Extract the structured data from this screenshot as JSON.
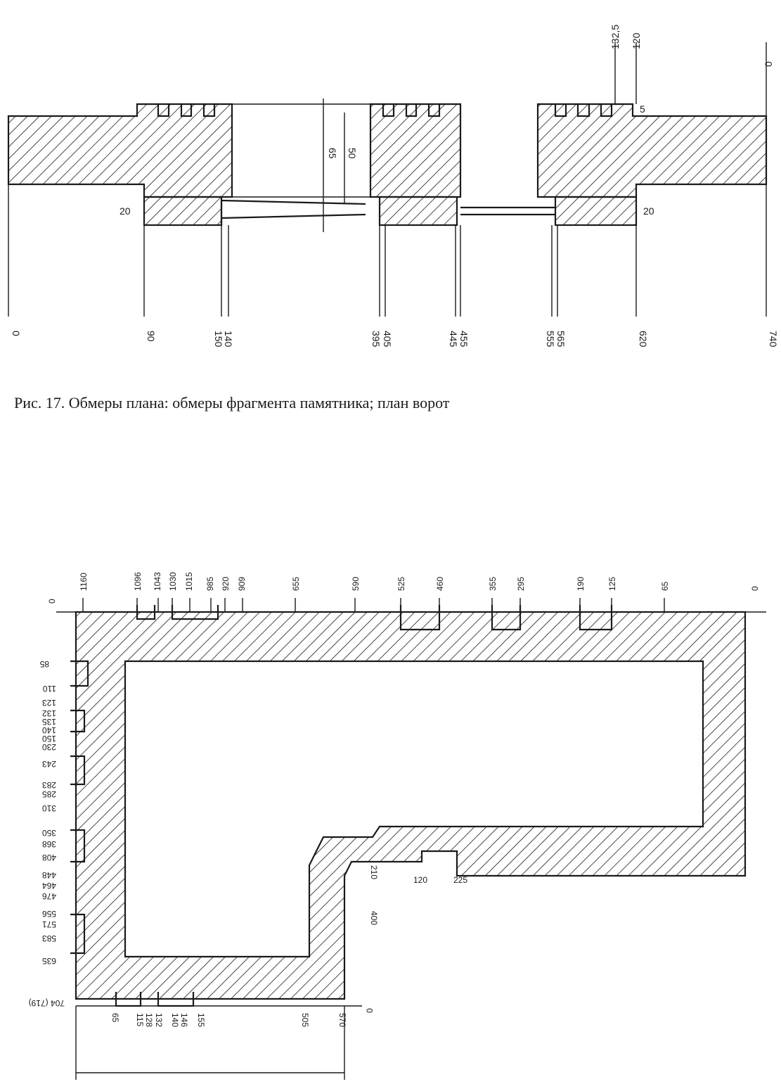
{
  "figure1": {
    "caption": "Рис. 17. Обмеры плана: обмеры фрагмента памятника; план ворот",
    "bottom_labels": [
      "0",
      "90",
      "140",
      "150",
      "395",
      "405",
      "445",
      "455",
      "555",
      "565",
      "620",
      "740"
    ],
    "top_right_labels": [
      "132,5",
      "120"
    ],
    "origin_label": "0",
    "right_mark": "5",
    "vertical_labels": [
      "65",
      "50"
    ],
    "wall_labels": [
      "20",
      "20"
    ]
  },
  "figure2": {
    "top_labels": [
      "1160",
      "1096",
      "1043",
      "1030",
      "1015",
      "985",
      "920",
      "909",
      "655",
      "590",
      "525",
      "460",
      "355",
      "295",
      "190",
      "125",
      "65"
    ],
    "left_labels": [
      "85",
      "110",
      "123",
      "132",
      "135",
      "140",
      "150",
      "230",
      "243",
      "283",
      "285",
      "310",
      "350",
      "368",
      "408",
      "448",
      "464",
      "476",
      "556",
      "571",
      "583",
      "635",
      "704 (719)"
    ],
    "bottom_labels": [
      "65",
      "115",
      "128",
      "132",
      "140",
      "146",
      "155",
      "505",
      "570"
    ],
    "inner_labels": [
      "210",
      "120",
      "225",
      "400"
    ],
    "origin_labels": [
      "0",
      "0",
      "0"
    ]
  }
}
